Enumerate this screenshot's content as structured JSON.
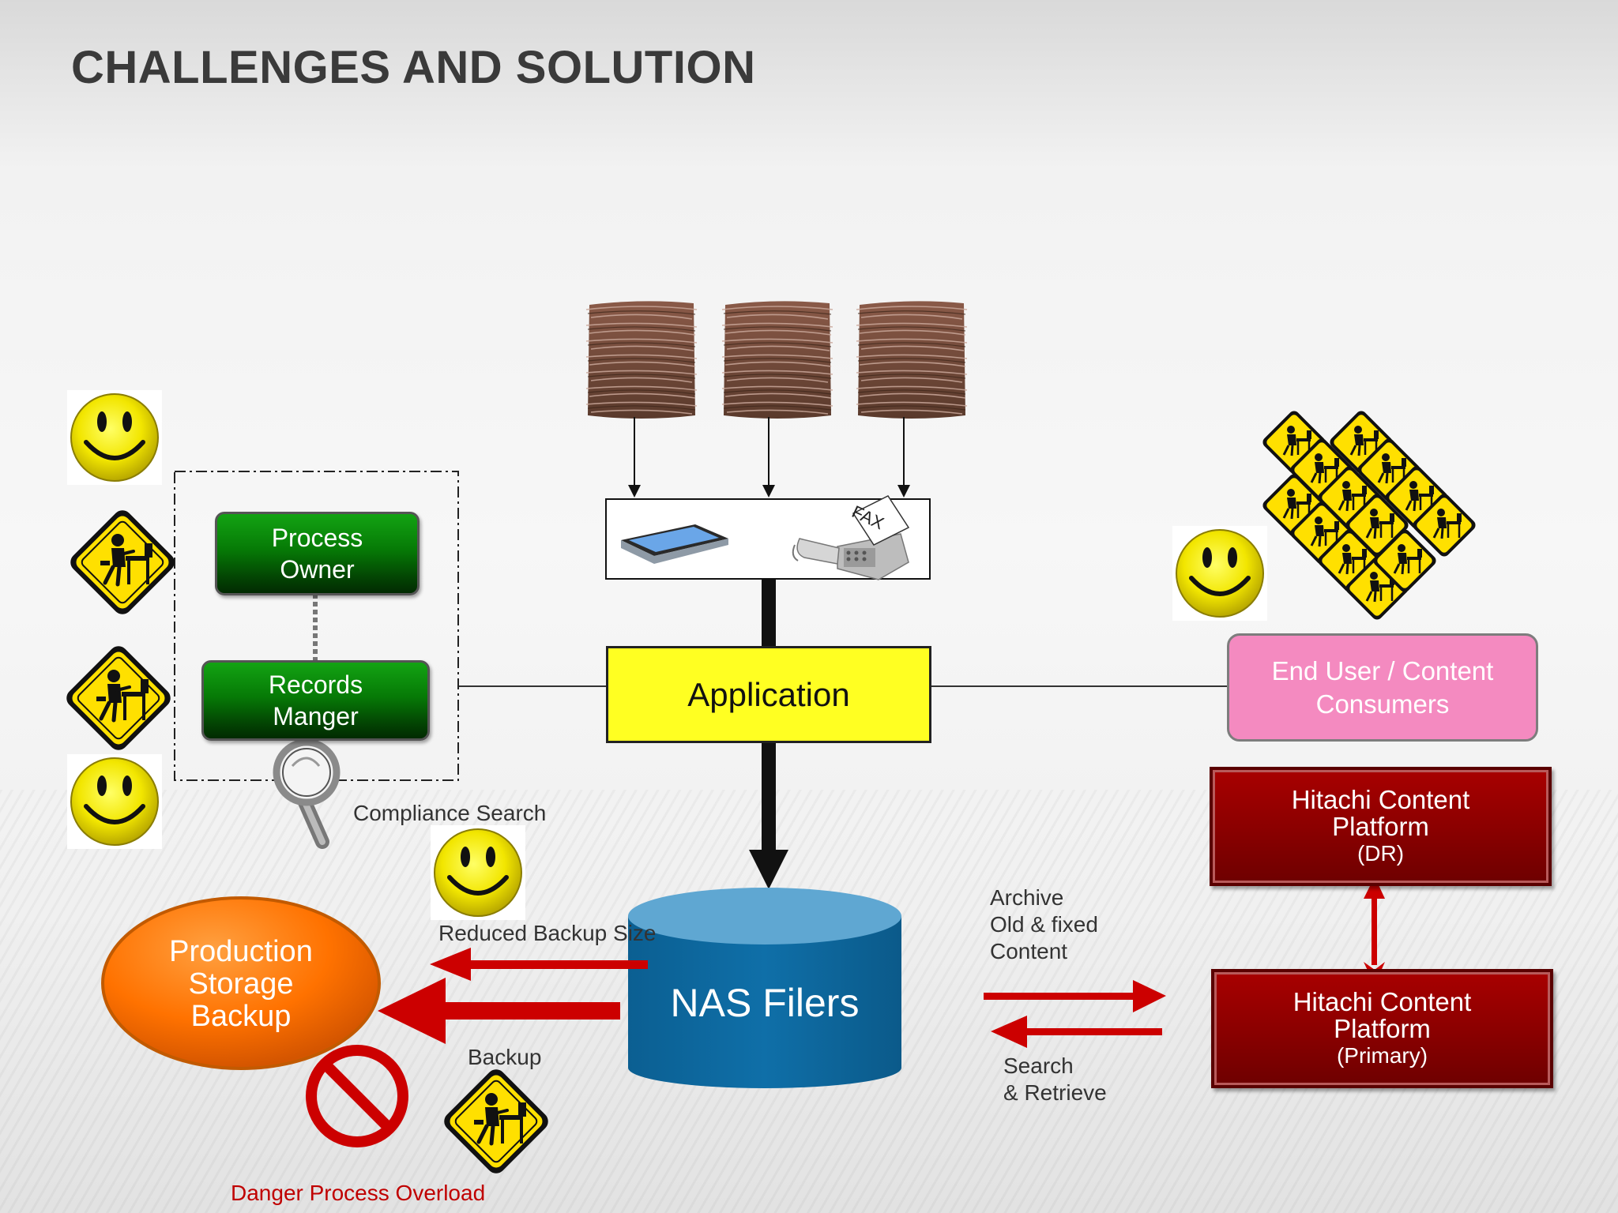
{
  "title": "CHALLENGES AND SOLUTION",
  "nodes": {
    "process_owner": "Process\nOwner",
    "records_manager": "Records\nManger",
    "application": "Application",
    "end_user": "End User / Content\nConsumers",
    "hcp_dr": {
      "line1": "Hitachi Content\nPlatform",
      "line2": "(DR)"
    },
    "hcp_primary": {
      "line1": "Hitachi Content\nPlatform",
      "line2": "(Primary)"
    },
    "nas": "NAS Filers",
    "production": "Production\nStorage\nBackup"
  },
  "labels": {
    "compliance_search": "Compliance Search",
    "reduced_backup": "Reduced Backup Size",
    "backup": "Backup",
    "archive": "Archive\nOld & fixed\nContent",
    "search_retrieve": "Search\n& Retrieve",
    "danger": "Danger Process Overload"
  },
  "device_labels": {
    "fax": "FAX"
  },
  "icons": [
    "smiley-icon",
    "worker-warning-sign-icon",
    "paper-stack-icon",
    "scanner-icon",
    "fax-machine-icon",
    "magnifier-icon",
    "no-entry-icon"
  ],
  "colors": {
    "green": "#067a06",
    "application": "#ffff22",
    "end_user": "#f48ac0",
    "hcp": "#8c0000",
    "nas": "#0f6fa8",
    "production": "#ff7a00",
    "arrow_red": "#cc0000",
    "warning_yellow": "#ffe000"
  }
}
